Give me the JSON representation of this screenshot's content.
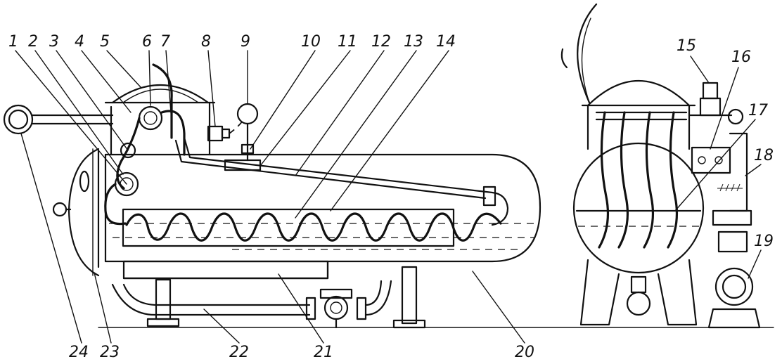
{
  "figure": {
    "callouts": [
      {
        "id": "1",
        "label": "1"
      },
      {
        "id": "2",
        "label": "2"
      },
      {
        "id": "3",
        "label": "3"
      },
      {
        "id": "4",
        "label": "4"
      },
      {
        "id": "5",
        "label": "5"
      },
      {
        "id": "6",
        "label": "6"
      },
      {
        "id": "7",
        "label": "7"
      },
      {
        "id": "8",
        "label": "8"
      },
      {
        "id": "9",
        "label": "9"
      },
      {
        "id": "10",
        "label": "10"
      },
      {
        "id": "11",
        "label": "11"
      },
      {
        "id": "12",
        "label": "12"
      },
      {
        "id": "13",
        "label": "13"
      },
      {
        "id": "14",
        "label": "14"
      },
      {
        "id": "15",
        "label": "15"
      },
      {
        "id": "16",
        "label": "16"
      },
      {
        "id": "17",
        "label": "17"
      },
      {
        "id": "18",
        "label": "18"
      },
      {
        "id": "19",
        "label": "19"
      },
      {
        "id": "20",
        "label": "20"
      },
      {
        "id": "21",
        "label": "21"
      },
      {
        "id": "22",
        "label": "22"
      },
      {
        "id": "23",
        "label": "23"
      },
      {
        "id": "24",
        "label": "24"
      }
    ]
  },
  "style": {
    "ink": "#111111",
    "paper": "#ffffff"
  }
}
